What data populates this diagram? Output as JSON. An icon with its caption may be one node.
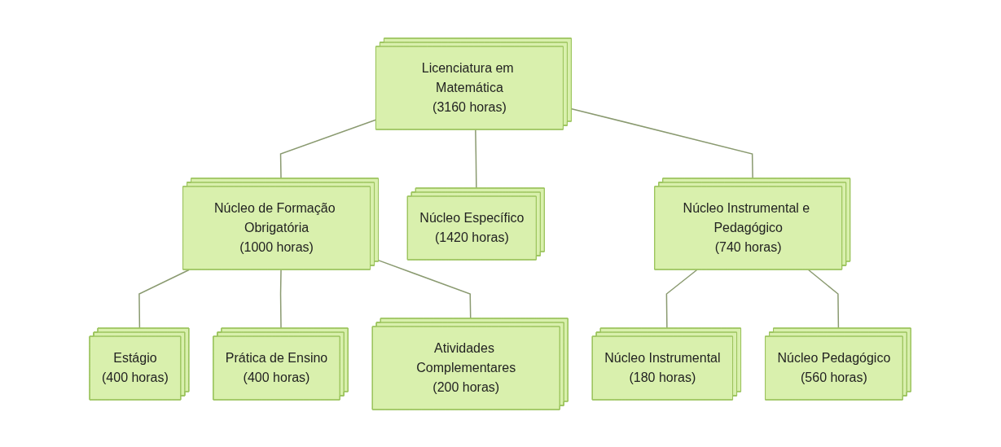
{
  "diagram": {
    "nodes": [
      {
        "text": [
          "Licenciatura em Matemática",
          "(3160 horas)"
        ]
      },
      {
        "text": [
          "Núcleo de Formação Obrigatória",
          "(1000 horas)"
        ]
      },
      {
        "text": [
          "Núcleo Específico",
          "(1420 horas)"
        ]
      },
      {
        "text": [
          "Núcleo Instrumental e Pedagógico",
          "(740 horas)"
        ]
      },
      {
        "text": [
          "Estágio",
          "(400 horas)"
        ]
      },
      {
        "text": [
          "Prática de Ensino",
          "(400 horas)"
        ]
      },
      {
        "text": [
          "Atividades Complementares",
          "(200 horas)"
        ]
      },
      {
        "text": [
          "Núcleo Instrumental",
          "(180 horas)"
        ]
      },
      {
        "text": [
          "Núcleo Pedagógico",
          "(560 horas)"
        ]
      }
    ],
    "edges": [
      {
        "from": 0,
        "to": 1,
        "arrow": "none"
      },
      {
        "from": 0,
        "to": 2,
        "arrow": "none"
      },
      {
        "from": 0,
        "to": 3,
        "arrow": "none"
      },
      {
        "from": 1,
        "to": 4,
        "arrow": "none"
      },
      {
        "from": 1,
        "to": 5,
        "arrow": "none"
      },
      {
        "from": 1,
        "to": 6,
        "arrow": "none"
      },
      {
        "from": 3,
        "to": 7,
        "arrow": "none"
      },
      {
        "from": 3,
        "to": 8,
        "arrow": "none"
      }
    ]
  }
}
